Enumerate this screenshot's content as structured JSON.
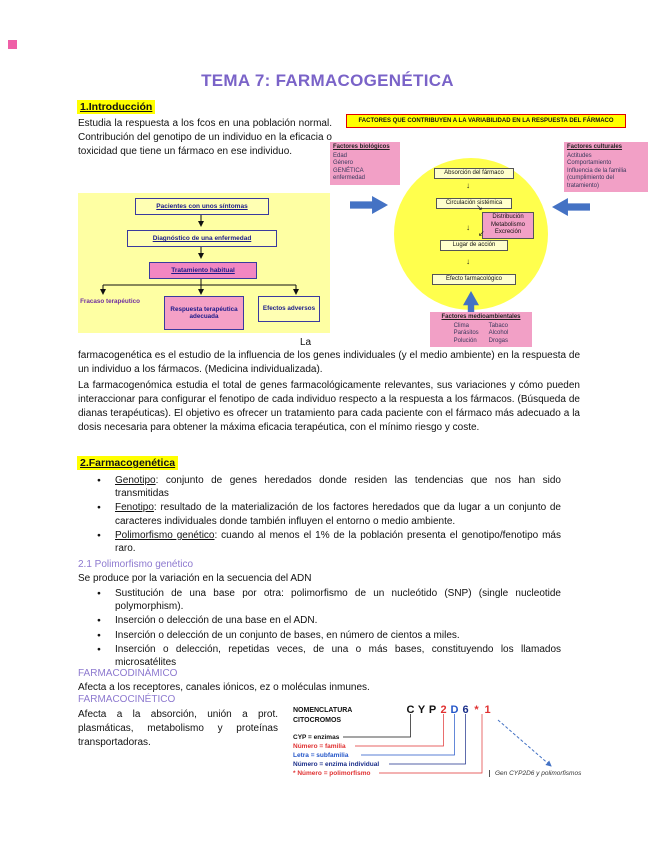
{
  "colors": {
    "title_purple": "#7a63c8",
    "subhead_purple": "#8d79cf",
    "highlight_yellow": "#ffff00",
    "diagram_yellow": "#ffff4d",
    "flow_yellow": "#feffa3",
    "pink": "#f2a0c6",
    "magenta_pink": "#f287c2",
    "blue_arrow": "#4472c4",
    "box_border_blue": "#3a3a9e",
    "red": "#e03131"
  },
  "page": {
    "title": "TEMA 7: FARMACOGENÉTICA"
  },
  "s1": {
    "heading": "1.Introducción",
    "intro": "Estudia la respuesta a los fcos en una población normal. Contribución del genotipo de un individuo en la eficacia o toxicidad que tiene un fármaco en ese individuo.",
    "lead": "La",
    "p1": "farmacogenética es el estudio de la influencia de los genes individuales (y el medio ambiente) en la respuesta de un individuo a los fármacos. (Medicina individualizada).",
    "p2": "La farmacogenómica estudia el total de genes farmacológicamente relevantes, sus variaciones y cómo pueden interaccionar para configurar el fenotipo de cada individuo respecto a la respuesta a los fármacos. (Búsqueda de dianas terapéuticas). El objetivo es ofrecer un tratamiento para cada paciente con el fármaco más adecuado a la dosis necesaria para obtener la máxima eficacia terapéutica, con el mínimo riesgo y coste."
  },
  "fd": {
    "title": "FACTORES QUE CONTRIBUYEN A LA VARIABILIDAD EN LA RESPUESTA DEL FÁRMACO",
    "bio": {
      "heading": "Factores biológicos",
      "items": [
        "Edad",
        "Género",
        "GENÉTICA",
        "enfermedad"
      ]
    },
    "cult": {
      "heading": "Factores culturales",
      "items": [
        "Actitudes",
        "Comportamiento",
        "Influencia de la familia (cumplimiento del tratamiento)"
      ]
    },
    "steps": [
      "Absorción del fármaco",
      "Circulación sistémica",
      "Lugar de acción",
      "Efecto farmacológico"
    ],
    "adme": [
      "Distribución",
      "Metabolismo",
      "Excreción"
    ],
    "env": {
      "heading": "Factores medioambientales",
      "col1": [
        "Clima",
        "Parásitos",
        "Polución"
      ],
      "col2": [
        "Tabaco",
        "Alcohol",
        "Drogas"
      ]
    }
  },
  "pf": {
    "steps": [
      "Pacientes con unos síntomas",
      "Diagnóstico de una enfermedad",
      "Tratamiento habitual"
    ],
    "outcomes": [
      "Fracaso terapéutico",
      "Respuesta terapéutica adecuada",
      "Efectos adversos"
    ]
  },
  "s2": {
    "heading": "2.Farmacogenética",
    "bullets": [
      {
        "term": "Genotipo",
        "rest": ": conjunto de genes heredados donde residen las tendencias que nos han sido transmitidas"
      },
      {
        "term": "Fenotipo",
        "rest": ": resultado de la materialización de los factores heredados que da lugar a un conjunto de caracteres individuales donde también influyen el entorno o medio ambiente."
      },
      {
        "term": "Polimorfismo genético",
        "rest": ": cuando al menos el 1% de la población presenta el genotipo/fenotipo más raro."
      }
    ],
    "sub": {
      "heading": "2.1 Polimorfismo genético",
      "intro": "Se produce por la variación en la secuencia del ADN",
      "bullets": [
        "Sustitución de una base por otra: polimorfismo de un nucleótido (SNP) (single nucleotide polymorphism).",
        "Inserción o delección de una base en el ADN.",
        "Inserción o delección de un conjunto de bases, en número de cientos a miles.",
        "Inserción o delección, repetidas veces, de una o más bases, constituyendo los llamados microsatélites"
      ]
    },
    "fdin": {
      "heading": "FARMACODINÁMICO",
      "text": "Afecta a los receptores, canales iónicos, ez o moléculas inmunes."
    },
    "fcin": {
      "heading": "FARMACOCINÉTICO",
      "text": "Afecta a la absorción, unión a prot. plasmáticas, metabolismo y proteínas transportadoras."
    }
  },
  "nom": {
    "h1": "NOMENCLATURA",
    "h2": "CITOCROMOS",
    "chars": [
      "C",
      "Y",
      "P",
      "2",
      "D",
      "6",
      "*",
      "1"
    ],
    "legend": [
      "CYP = enzimas",
      "Número = familia",
      "Letra = subfamilia",
      "Número = enzima individual",
      "* Número = polimorfismo"
    ],
    "caption": "Gen CYP2D6 y polimorfismos"
  }
}
